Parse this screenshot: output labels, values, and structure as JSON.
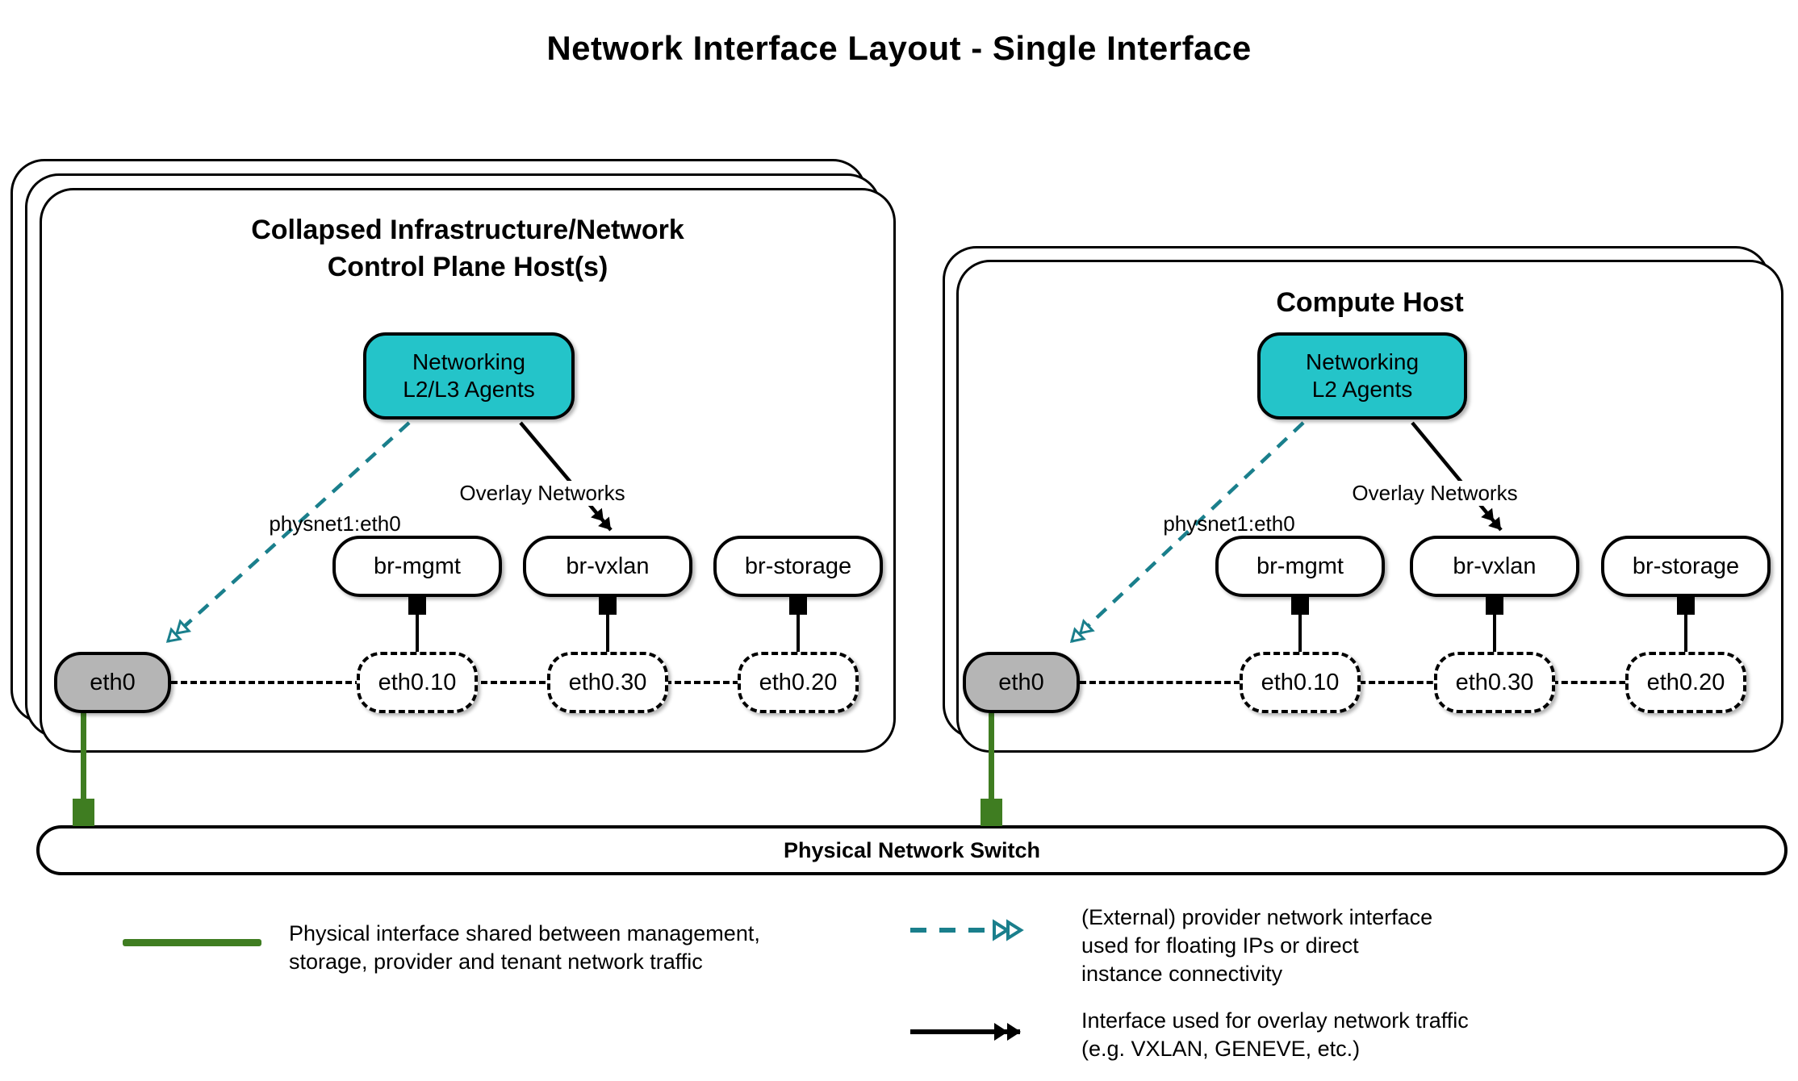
{
  "title": "Network Interface Layout - Single Interface",
  "colors": {
    "teal_fill": "#24c4c9",
    "teal_stroke": "#1a7f8c",
    "green": "#3f7d21",
    "gray_fill": "#b5b5b5",
    "black": "#000000"
  },
  "hosts": [
    {
      "id": "control-plane-host",
      "title_lines": [
        "Collapsed Infrastructure/Network",
        "Control Plane Host(s)"
      ],
      "agent_lines": [
        "Networking",
        "L2/L3 Agents"
      ],
      "provider_label": "physnet1:eth0",
      "overlay_label": "Overlay Networks",
      "bridges": [
        "br-mgmt",
        "br-vxlan",
        "br-storage"
      ],
      "physical_interface": "eth0",
      "vlan_interfaces": [
        "eth0.10",
        "eth0.30",
        "eth0.20"
      ]
    },
    {
      "id": "compute-host",
      "title_lines": [
        "Compute Host"
      ],
      "agent_lines": [
        "Networking",
        "L2 Agents"
      ],
      "provider_label": "physnet1:eth0",
      "overlay_label": "Overlay Networks",
      "bridges": [
        "br-mgmt",
        "br-vxlan",
        "br-storage"
      ],
      "physical_interface": "eth0",
      "vlan_interfaces": [
        "eth0.10",
        "eth0.30",
        "eth0.20"
      ]
    }
  ],
  "switch": {
    "label": "Physical Network Switch"
  },
  "legend": {
    "items": [
      {
        "swatch": "green-line",
        "lines": [
          "Physical interface shared between management,",
          "storage, provider and tenant network traffic"
        ]
      },
      {
        "swatch": "teal-dashed-arrow",
        "lines": [
          "(External) provider network interface",
          "used for floating IPs or direct",
          "instance connectivity"
        ]
      },
      {
        "swatch": "black-arrow",
        "lines": [
          "Interface used for overlay network traffic",
          "(e.g. VXLAN, GENEVE, etc.)"
        ]
      }
    ]
  }
}
